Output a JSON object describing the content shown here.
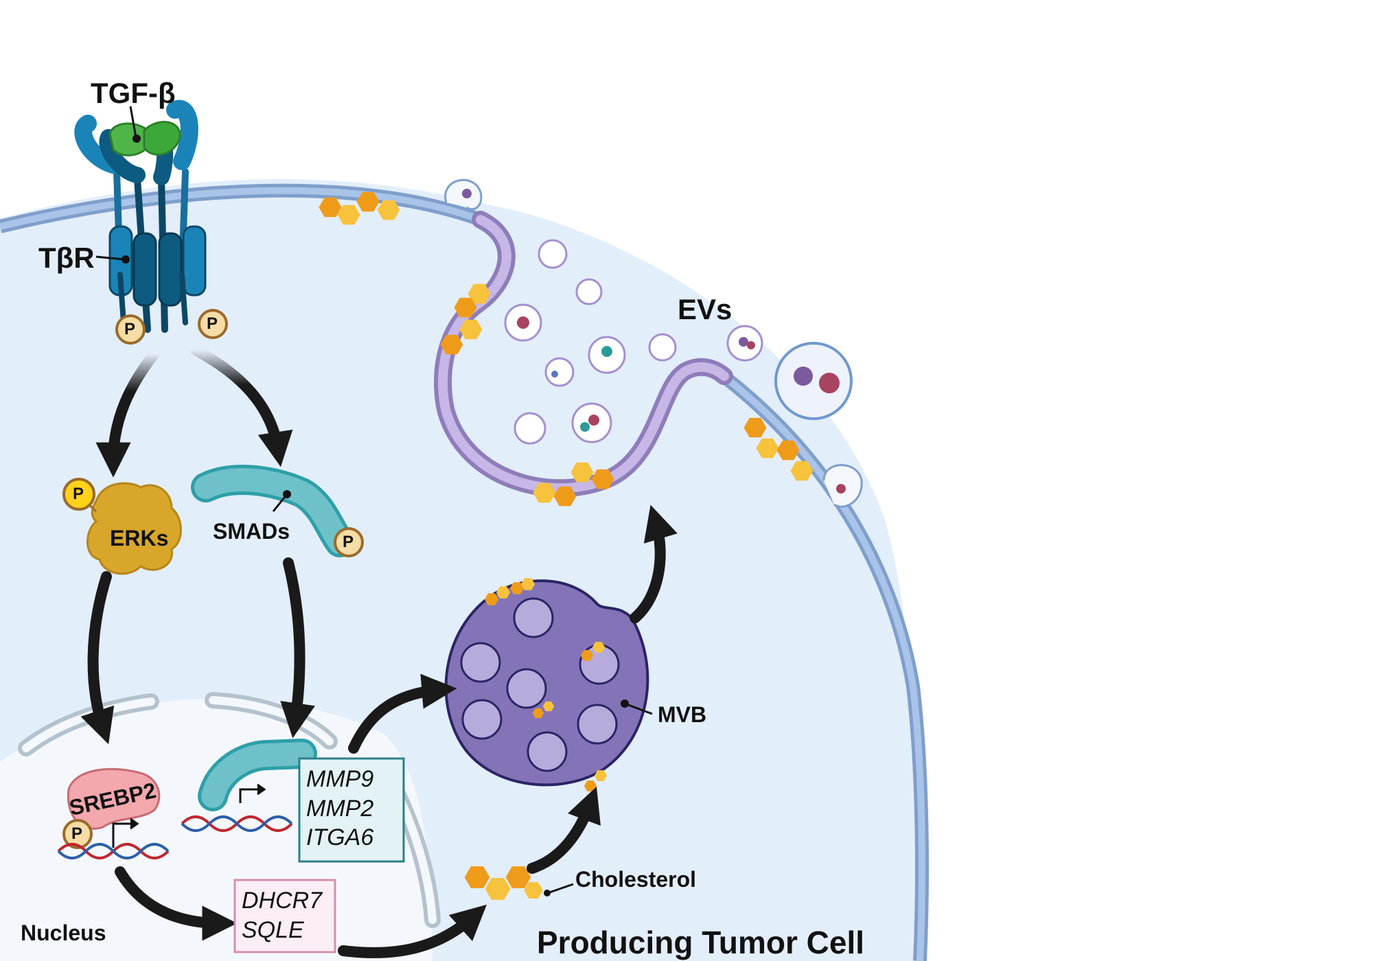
{
  "labels": {
    "tgf": "TGF-β",
    "tbr": "TβR",
    "evs": "EVs",
    "erks": "ERKs",
    "smads": "SMADs",
    "srebp2": "SREBP2",
    "mvb": "MVB",
    "cholesterol": "Cholesterol",
    "nucleus": "Nucleus",
    "cell": "Producing Tumor Cell",
    "phospho": "P"
  },
  "gene_boxes": {
    "smad_targets": [
      "MMP9",
      "MMP2",
      "ITGA6"
    ],
    "srebp_targets": [
      "DHCR7",
      "SQLE"
    ]
  },
  "colors": {
    "cytoplasm": "#e3eefb",
    "membrane": "#7f9fcb",
    "nucleus": "#f3f7fd",
    "mvb": "#8474b7",
    "mvb_vesicle": "#b6abdb",
    "invagination": "#b5a2d6",
    "smad": "#6ec1c9",
    "erk": "#d8a62a",
    "srebp": "#f2a8ad",
    "cholesterol": "#ef9b1a",
    "receptor": "#1a6f9e",
    "tgf": "#4fb548"
  }
}
